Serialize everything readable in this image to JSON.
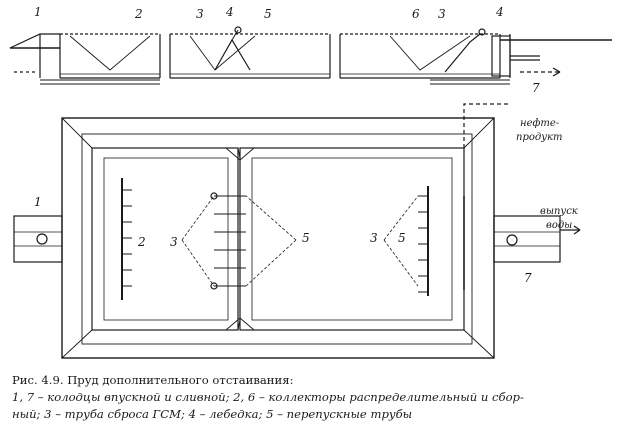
{
  "profile_labels": [
    "1",
    "2",
    "3",
    "4",
    "5",
    "6",
    "3",
    "4",
    "7"
  ],
  "plan_labels": [
    "1",
    "2",
    "3",
    "5",
    "3",
    "5",
    "7"
  ],
  "oil_product_label": [
    "нефте-",
    "продукт"
  ],
  "water_outlet_label": [
    "выпуск",
    "воды"
  ],
  "caption": {
    "line1": "Рис. 4.9. Пруд дополнительного отстаивания:",
    "line2": "1, 7 – колодцы впускной и сливной; 2, 6 – коллекторы распределительный и сбор-",
    "line3": "ный; 3 – труба сброса ГСМ; 4 – лебедка; 5 – перепускные трубы"
  },
  "colors": {
    "ink": "#1a1a1a",
    "paper": "#ffffff"
  }
}
